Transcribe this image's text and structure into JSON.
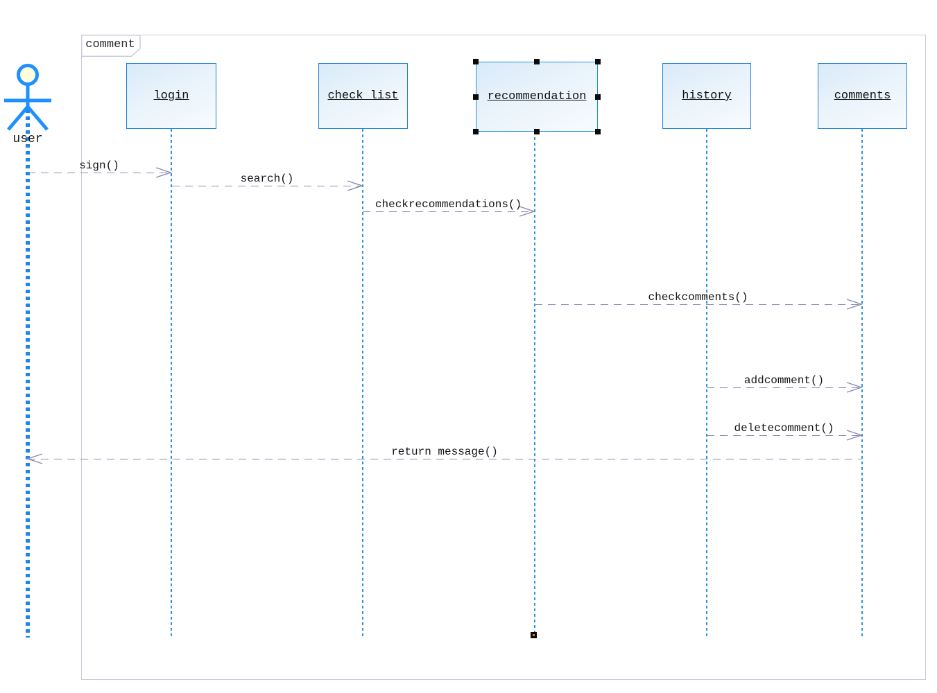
{
  "diagram": {
    "frame": {
      "label": "comment"
    },
    "actor": {
      "label": "user"
    },
    "objects": [
      {
        "id": "login",
        "label": "login"
      },
      {
        "id": "check-list",
        "label": "check list"
      },
      {
        "id": "recommendation",
        "label": "recommendation",
        "selected": true
      },
      {
        "id": "history",
        "label": "history"
      },
      {
        "id": "comments",
        "label": "comments"
      }
    ],
    "messages": [
      {
        "label": "sign()",
        "from": "user",
        "to": "login",
        "direction": "right"
      },
      {
        "label": "search()",
        "from": "login",
        "to": "check list",
        "direction": "right"
      },
      {
        "label": "checkrecommendations()",
        "from": "check list",
        "to": "recommendation",
        "direction": "right"
      },
      {
        "label": "checkcomments()",
        "from": "recommendation",
        "to": "comments",
        "direction": "right"
      },
      {
        "label": "addcomment()",
        "from": "history",
        "to": "comments",
        "direction": "right"
      },
      {
        "label": "deletecomment()",
        "from": "history",
        "to": "comments",
        "direction": "right"
      },
      {
        "label": "return message()",
        "from": "comments",
        "to": "user",
        "direction": "left"
      }
    ],
    "colors": {
      "box_border": "#1c7fd6",
      "box_fill_top": "#d9eaf8",
      "box_fill_bottom": "#f7fbfe",
      "lifeline_blue": "#2b94dc",
      "actor_blue": "#1e90ff",
      "actor_head_fill": "#ffffdd",
      "message_line": "#8a8ab5",
      "frame_border": "#ccccdc",
      "selection_handle": "#0b0b0b",
      "handle_center_dot": "#e07820"
    }
  }
}
